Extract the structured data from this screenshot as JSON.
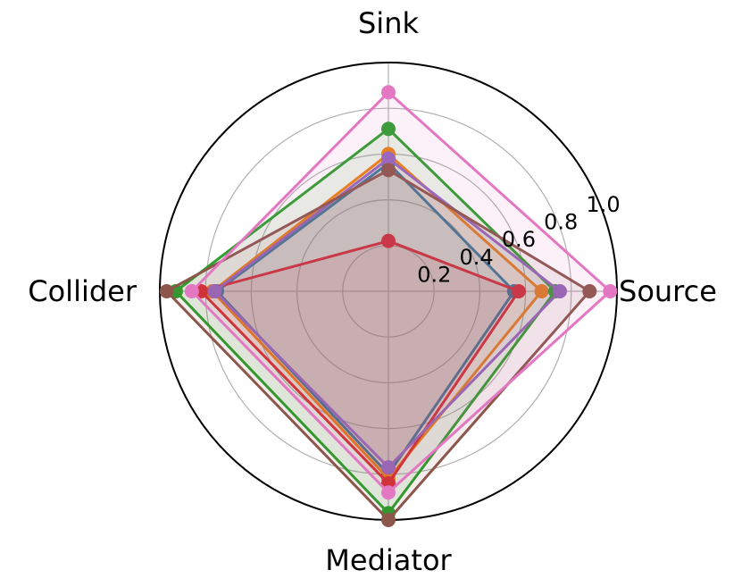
{
  "chart_data": {
    "type": "radar",
    "axes": [
      "Source",
      "Sink",
      "Collider",
      "Mediator"
    ],
    "rlim": [
      0,
      1.0
    ],
    "rticks": [
      "0.2",
      "0.4",
      "0.6",
      "0.8",
      "1.0"
    ],
    "rtick_values": [
      0.2,
      0.4,
      0.6,
      0.8,
      1.0
    ],
    "grid": true,
    "series": [
      {
        "color": "#1f77b4",
        "values": [
          0.55,
          0.56,
          0.75,
          0.8
        ]
      },
      {
        "color": "#ff7f0e",
        "values": [
          0.67,
          0.6,
          0.77,
          0.82
        ]
      },
      {
        "color": "#2ca02c",
        "values": [
          0.73,
          0.71,
          0.93,
          0.97
        ]
      },
      {
        "color": "#d62728",
        "values": [
          0.57,
          0.22,
          0.82,
          0.84
        ]
      },
      {
        "color": "#9467bd",
        "values": [
          0.75,
          0.58,
          0.76,
          0.77
        ]
      },
      {
        "color": "#8c564b",
        "values": [
          0.88,
          0.53,
          0.97,
          1.0
        ]
      },
      {
        "color": "#e377c2",
        "values": [
          0.97,
          0.87,
          0.86,
          0.88
        ]
      }
    ]
  }
}
